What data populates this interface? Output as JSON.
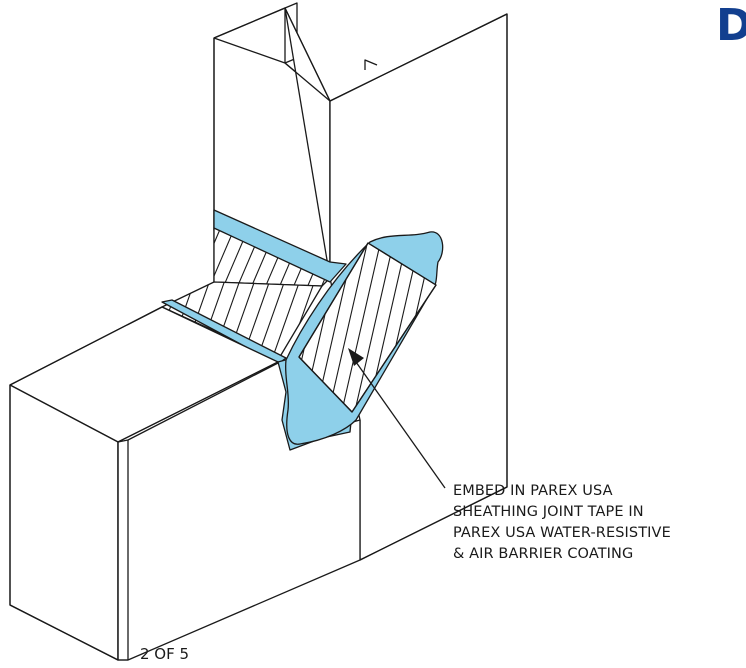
{
  "header": {
    "corner_letter": "D"
  },
  "callout": {
    "lines": [
      "EMBED IN PAREX USA",
      "SHEATHING JOINT TAPE IN",
      "PAREX USA WATER-RESISTIVE",
      "& AIR BARRIER COATING"
    ]
  },
  "footer": {
    "page_label": "2 OF 5"
  },
  "colors": {
    "tape": "#8ed0ea",
    "line": "#1a1a1a",
    "brand": "#123f8f"
  }
}
